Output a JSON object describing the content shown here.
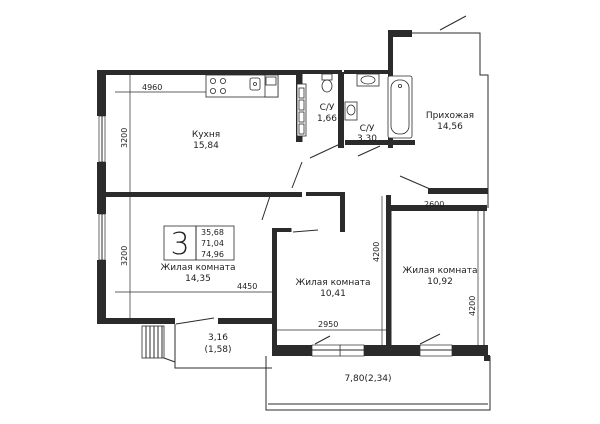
{
  "rooms": {
    "kitchen": {
      "name": "Кухня",
      "area": "15,84"
    },
    "bath1": {
      "name": "С/У",
      "area": "1,66"
    },
    "bath2": {
      "name": "С/У",
      "area": "3,30"
    },
    "hall": {
      "name": "Прихожая",
      "area": "14,56"
    },
    "living1": {
      "name": "Жилая комната",
      "area": "14,35"
    },
    "living2": {
      "name": "Жилая комната",
      "area": "10,41"
    },
    "living3": {
      "name": "Жилая комната",
      "area": "10,92"
    },
    "loggia1": {
      "area": "3,16",
      "area_reduced": "(1,58)"
    },
    "loggia2": {
      "area": "7,80(2,34)"
    }
  },
  "summary": {
    "rooms_count": "3",
    "living_area": "35,68",
    "total_area": "71,04",
    "total_with_balconies": "74,96"
  },
  "dimensions": {
    "kitchen_width": "4960",
    "kitchen_height": "3200",
    "living1_height": "3200",
    "living1_width": "4450",
    "living2_width": "2950",
    "living2_height": "4200",
    "living3_width": "2600",
    "living3_height": "4200"
  }
}
